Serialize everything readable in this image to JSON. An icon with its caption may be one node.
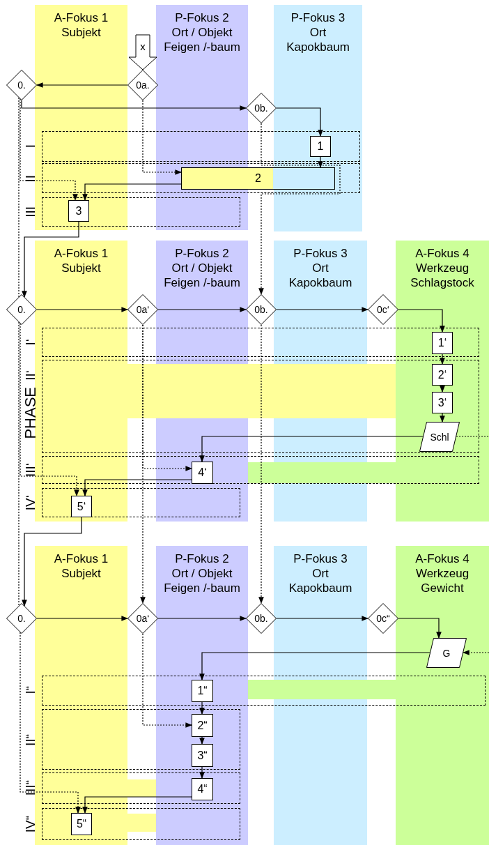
{
  "diagram": {
    "nodes": [
      {
        "text": [
          "A-Fokus 1",
          "Subjekt"
        ]
      },
      {
        "text": [
          "P-Fokus 2",
          "Ort / Objekt",
          "Feigen /-baum"
        ]
      },
      {
        "text": [
          "P-Fokus 3",
          "Ort",
          "Kapokbaum"
        ]
      },
      {
        "text": [
          "0."
        ]
      },
      {
        "text": [
          "0a."
        ]
      },
      {
        "text": [
          "0b."
        ]
      },
      {
        "text": [
          "1"
        ]
      },
      {
        "text": [
          "2"
        ]
      },
      {
        "text": [
          "3"
        ]
      },
      {
        "text": [
          "A-Fokus 1",
          "Subjekt"
        ]
      },
      {
        "text": [
          "P-Fokus 2",
          "Ort / Objekt",
          "Feigen /-baum"
        ]
      },
      {
        "text": [
          "P-Fokus 3",
          "Ort",
          "Kapokbaum"
        ]
      },
      {
        "text": [
          "A-Fokus 4",
          "Werkzeug",
          "Schlagstock"
        ]
      },
      {
        "text": [
          "0."
        ]
      },
      {
        "text": [
          "0a‘"
        ]
      },
      {
        "text": [
          "0b."
        ]
      },
      {
        "text": [
          "0c‘"
        ]
      },
      {
        "text": [
          "1‘"
        ]
      },
      {
        "text": [
          "2‘"
        ]
      },
      {
        "text": [
          "3‘"
        ]
      },
      {
        "text": [
          "Schl"
        ]
      },
      {
        "text": [
          "4‘"
        ]
      },
      {
        "text": [
          "5‘"
        ]
      },
      {
        "text": [
          "A-Fokus 1",
          "Subjekt"
        ]
      },
      {
        "text": [
          "P-Fokus 2",
          "Ort / Objekt",
          "Feigen /-baum"
        ]
      },
      {
        "text": [
          "P-Fokus 3",
          "Ort",
          "Kapokbaum"
        ]
      },
      {
        "text": [
          "A-Fokus 4",
          "Werkzeug",
          "Gewicht"
        ]
      },
      {
        "text": [
          "0."
        ]
      },
      {
        "text": [
          "0a‘"
        ]
      },
      {
        "text": [
          "0b."
        ]
      },
      {
        "text": [
          "0c“"
        ]
      },
      {
        "text": [
          "G"
        ]
      },
      {
        "text": [
          "1“"
        ]
      },
      {
        "text": [
          "2“"
        ]
      },
      {
        "text": [
          "3“"
        ]
      },
      {
        "text": [
          "4“"
        ]
      },
      {
        "text": [
          "5“"
        ]
      }
    ],
    "edges": [
      {
        "from": null,
        "to": 4,
        "arrow": "to",
        "label": "x"
      },
      {
        "from": 4,
        "to": 3,
        "arrow": "to"
      },
      {
        "from": 3,
        "to": 5,
        "arrow": "to"
      },
      {
        "from": 5,
        "to": 6,
        "arrow": "to"
      },
      {
        "from": 6,
        "to": 7,
        "arrow": "to"
      },
      {
        "from": 4,
        "to": 7,
        "arrow": "to",
        "style": "dashed"
      },
      {
        "from": 3,
        "to": 8,
        "arrow": "to",
        "style": "dashed"
      },
      {
        "from": 7,
        "to": 8,
        "arrow": "to"
      },
      {
        "from": 8,
        "to": 13,
        "arrow": "to"
      },
      {
        "from": 3,
        "to": 13,
        "arrow": "none",
        "style": "dashed"
      },
      {
        "from": 5,
        "to": 15,
        "arrow": "to",
        "style": "dashed"
      },
      {
        "from": 13,
        "to": 14,
        "arrow": "to"
      },
      {
        "from": 14,
        "to": 15,
        "arrow": "to"
      },
      {
        "from": 15,
        "to": 16,
        "arrow": "to"
      },
      {
        "from": 16,
        "to": 17,
        "arrow": "to"
      },
      {
        "from": 17,
        "to": 18,
        "arrow": "to"
      },
      {
        "from": 18,
        "to": 19,
        "arrow": "to"
      },
      {
        "from": 19,
        "to": 20,
        "arrow": "to"
      },
      {
        "from": 20,
        "to": 21,
        "arrow": "to"
      },
      {
        "from": 14,
        "to": 21,
        "arrow": "to",
        "style": "dashed"
      },
      {
        "from": 13,
        "to": 22,
        "arrow": "to",
        "style": "dashed"
      },
      {
        "from": 21,
        "to": 22,
        "arrow": "to"
      },
      {
        "from": 20,
        "to": null,
        "arrow": "none",
        "style": "dashed"
      },
      {
        "from": 22,
        "to": 27,
        "arrow": "to"
      },
      {
        "from": 13,
        "to": 27,
        "arrow": "none",
        "style": "dashed"
      },
      {
        "from": 14,
        "to": 28,
        "arrow": "to",
        "style": "dashed"
      },
      {
        "from": 15,
        "to": 29,
        "arrow": "to",
        "style": "dashed"
      },
      {
        "from": 27,
        "to": 28,
        "arrow": "to"
      },
      {
        "from": 28,
        "to": 29,
        "arrow": "to"
      },
      {
        "from": 29,
        "to": 30,
        "arrow": "to"
      },
      {
        "from": 30,
        "to": 31,
        "arrow": "to"
      },
      {
        "from": null,
        "to": 31,
        "arrow": "to",
        "style": "dashed"
      },
      {
        "from": 31,
        "to": 32,
        "arrow": "to"
      },
      {
        "from": 32,
        "to": 33,
        "arrow": "to"
      },
      {
        "from": 33,
        "to": 34,
        "arrow": "to"
      },
      {
        "from": 34,
        "to": 35,
        "arrow": "to"
      },
      {
        "from": 28,
        "to": 33,
        "arrow": "to",
        "style": "dashed"
      },
      {
        "from": 27,
        "to": 36,
        "arrow": "to",
        "style": "dashed"
      },
      {
        "from": 35,
        "to": 36,
        "arrow": "to"
      }
    ],
    "labels": [
      "I",
      "II",
      "III",
      "I‘",
      "II‘",
      "PHASE",
      "III‘",
      "IV‘",
      "I“",
      "II“",
      "III“",
      "IV“"
    ]
  }
}
